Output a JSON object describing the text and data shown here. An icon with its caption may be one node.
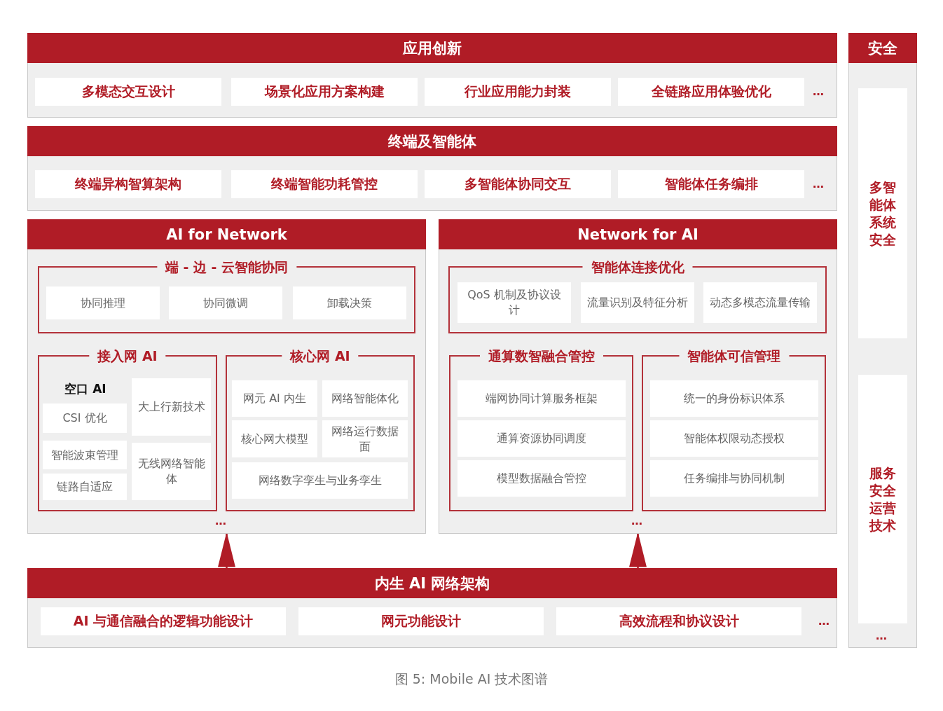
{
  "diagram": {
    "caption": "图 5: Mobile AI 技术图谱",
    "nodes": [
      {
        "text": [
          "应用创新"
        ]
      },
      {
        "text": [
          "多模态交互设计"
        ],
        "in": 0
      },
      {
        "text": [
          "场景化应用方案构建"
        ],
        "in": 0
      },
      {
        "text": [
          "行业应用能力封装"
        ],
        "in": 0
      },
      {
        "text": [
          "全链路应用体验优化"
        ],
        "in": 0
      },
      {
        "text": [
          "终端及智能体"
        ]
      },
      {
        "text": [
          "终端异构智算架构"
        ],
        "in": 5
      },
      {
        "text": [
          "终端智能功耗管控"
        ],
        "in": 5
      },
      {
        "text": [
          "多智能体协同交互"
        ],
        "in": 5
      },
      {
        "text": [
          "智能体任务编排"
        ],
        "in": 5
      },
      {
        "text": [
          "AI for Network"
        ]
      },
      {
        "text": [
          "端 - 边 - 云智能协同"
        ],
        "in": 10
      },
      {
        "text": [
          "协同推理"
        ],
        "in": 11
      },
      {
        "text": [
          "协同微调"
        ],
        "in": 11
      },
      {
        "text": [
          "卸载决策"
        ],
        "in": 11
      },
      {
        "text": [
          "接入网 AI"
        ],
        "in": 10
      },
      {
        "text": [
          "空口 AI"
        ],
        "in": 15
      },
      {
        "text": [
          "CSI 优化"
        ],
        "in": 16
      },
      {
        "text": [
          "智能波束管理"
        ],
        "in": 16
      },
      {
        "text": [
          "链路自适应"
        ],
        "in": 16
      },
      {
        "text": [
          "大上行新技术"
        ],
        "in": 15
      },
      {
        "text": [
          "无线网络智能体"
        ],
        "in": 15
      },
      {
        "text": [
          "核心网 AI"
        ],
        "in": 10
      },
      {
        "text": [
          "网元 AI 内生"
        ],
        "in": 22
      },
      {
        "text": [
          "网络智能体化"
        ],
        "in": 22
      },
      {
        "text": [
          "核心网大模型"
        ],
        "in": 22
      },
      {
        "text": [
          "网络运行数据面"
        ],
        "in": 22
      },
      {
        "text": [
          "网络数字孪生与业务孪生"
        ],
        "in": 22
      },
      {
        "text": [
          "Network for AI"
        ]
      },
      {
        "text": [
          "智能体连接优化"
        ],
        "in": 28
      },
      {
        "text": [
          "QoS 机制及协议设计"
        ],
        "in": 29
      },
      {
        "text": [
          "流量识别及特征分析"
        ],
        "in": 29
      },
      {
        "text": [
          "动态多模态流量传输"
        ],
        "in": 29
      },
      {
        "text": [
          "通算数智融合管控"
        ],
        "in": 28
      },
      {
        "text": [
          "端网协同计算服务框架"
        ],
        "in": 33
      },
      {
        "text": [
          "通算资源协同调度"
        ],
        "in": 33
      },
      {
        "text": [
          "模型数据融合管控"
        ],
        "in": 33
      },
      {
        "text": [
          "智能体可信管理"
        ],
        "in": 28
      },
      {
        "text": [
          "统一的身份标识体系"
        ],
        "in": 37
      },
      {
        "text": [
          "智能体权限动态授权"
        ],
        "in": 37
      },
      {
        "text": [
          "任务编排与协同机制"
        ],
        "in": 37
      },
      {
        "text": [
          "内生 AI 网络架构"
        ]
      },
      {
        "text": [
          "AI 与通信融合的逻辑功能设计"
        ],
        "in": 41
      },
      {
        "text": [
          "网元功能设计"
        ],
        "in": 41
      },
      {
        "text": [
          "高效流程和协议设计"
        ],
        "in": 41
      },
      {
        "text": [
          "安全"
        ]
      },
      {
        "text": [
          "多智能体系统安全"
        ],
        "in": 45
      },
      {
        "text": [
          "服务安全运营技术"
        ],
        "in": 45
      }
    ],
    "edges": [
      {
        "from": 41,
        "to": 10,
        "arrow": "to"
      },
      {
        "from": 41,
        "to": 28,
        "arrow": "to"
      }
    ],
    "labels": [
      "…",
      "…",
      "…",
      "…",
      "…",
      "…"
    ]
  }
}
